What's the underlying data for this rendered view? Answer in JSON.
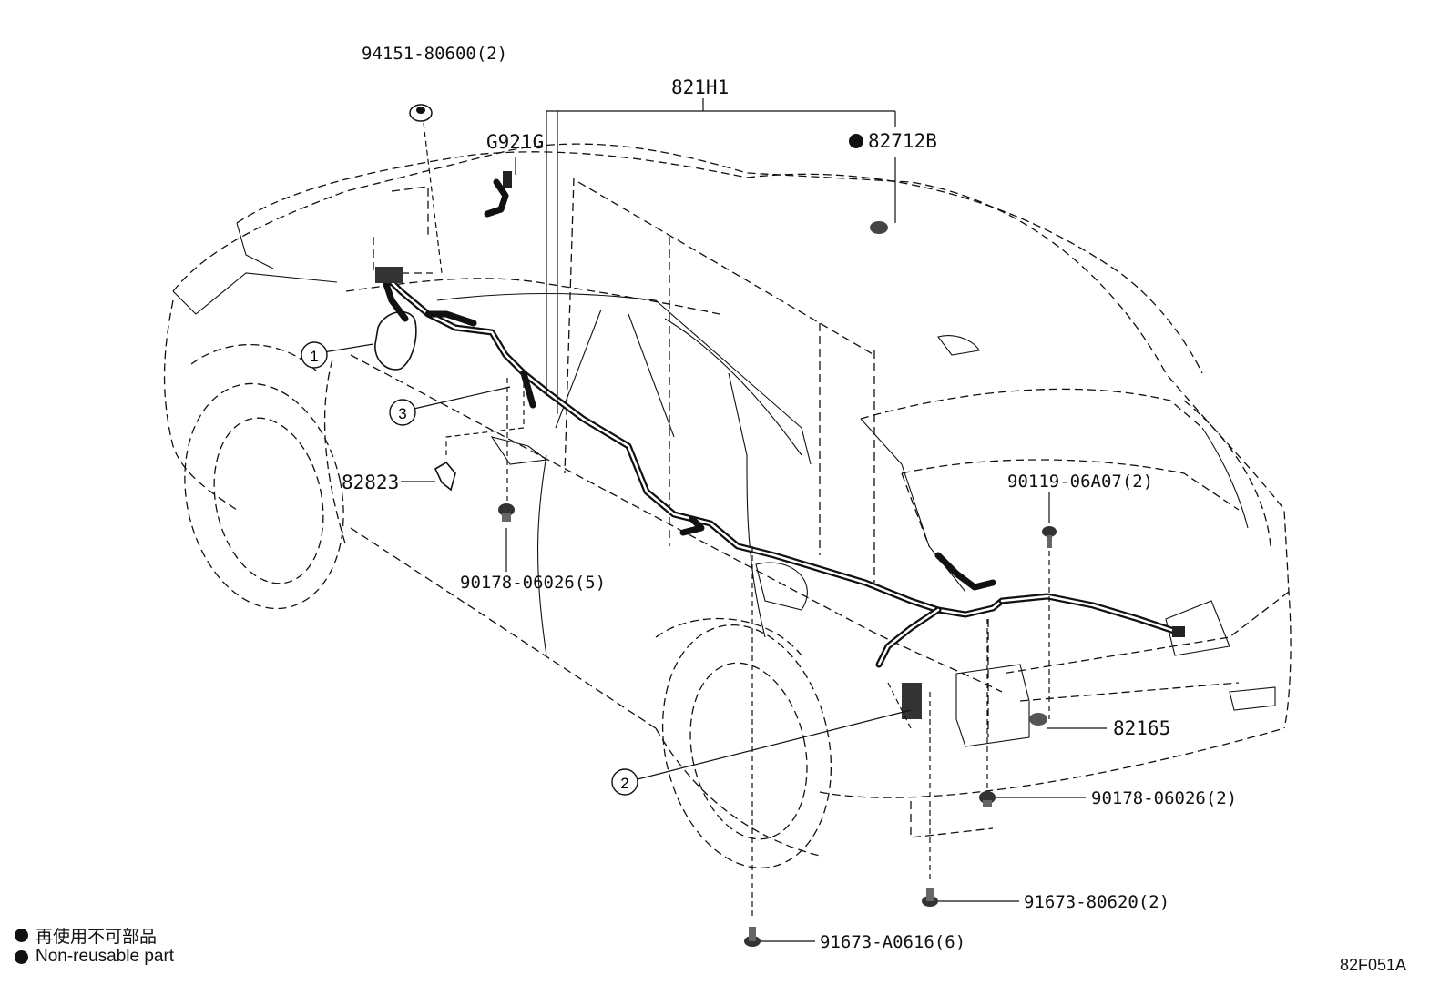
{
  "parts": {
    "p_94151": "94151-80600(2)",
    "p_821H1": "821H1",
    "p_G921G": "G921G",
    "p_82712B": "82712B",
    "p_82823": "82823",
    "p_90178_a": "90178-06026(5)",
    "p_90119": "90119-06A07(2)",
    "p_82165": "82165",
    "p_90178_b": "90178-06026(2)",
    "p_91673_80620": "91673-80620(2)",
    "p_91673_A0616": "91673-A0616(6)"
  },
  "callouts": {
    "c1": "1",
    "c2": "2",
    "c3": "3"
  },
  "legend": {
    "jp": "再使用不可部品",
    "en": "Non-reusable part"
  },
  "illustration_code": "82F051A"
}
